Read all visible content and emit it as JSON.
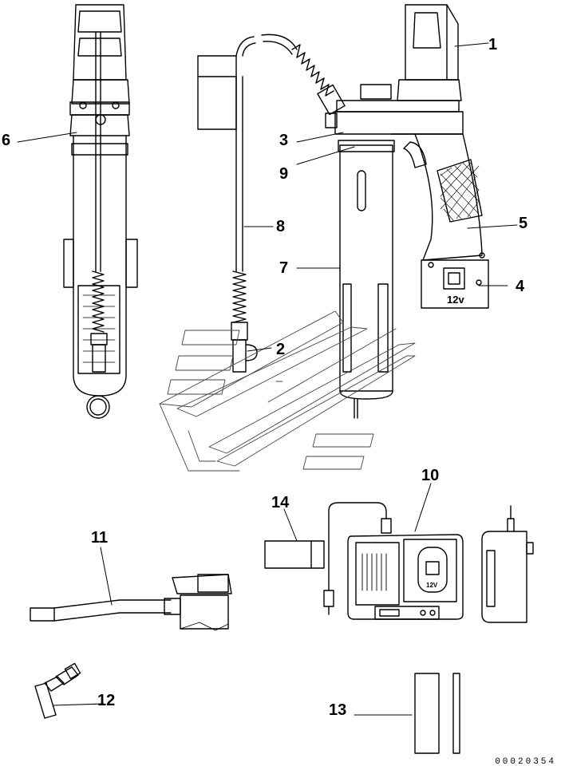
{
  "callouts": [
    {
      "id": "1",
      "label": "1"
    },
    {
      "id": "2",
      "label": "2"
    },
    {
      "id": "3",
      "label": "3"
    },
    {
      "id": "4",
      "label": "4"
    },
    {
      "id": "5",
      "label": "5"
    },
    {
      "id": "6",
      "label": "6"
    },
    {
      "id": "7",
      "label": "7"
    },
    {
      "id": "8",
      "label": "8"
    },
    {
      "id": "9",
      "label": "9"
    },
    {
      "id": "10",
      "label": "10"
    },
    {
      "id": "11",
      "label": "11"
    },
    {
      "id": "12",
      "label": "12"
    },
    {
      "id": "13",
      "label": "13"
    },
    {
      "id": "14",
      "label": "14"
    }
  ],
  "battery_voltage_label": "12v",
  "charger_voltage_label": "12V",
  "document_number": "00020354"
}
